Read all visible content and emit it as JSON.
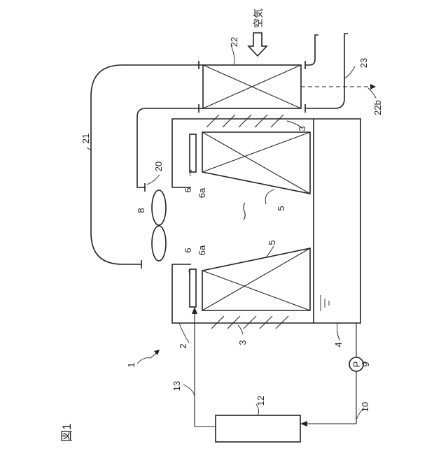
{
  "figure_title": "図1",
  "air_label": "空気",
  "pump_symbol": "P",
  "refs": {
    "r1": "1",
    "r2": "2",
    "r3a": "3",
    "r3b": "3",
    "r4": "4",
    "r5a": "5",
    "r5b": "5",
    "r6a": "6",
    "r6b": "6",
    "r6a_a": "6a",
    "r6a_b": "6a",
    "r7": "7",
    "r8": "8",
    "r9": "9",
    "r10": "10",
    "r12": "12",
    "r13": "13",
    "r20": "20",
    "r21": "21",
    "r22": "22",
    "r22b": "22b",
    "r23": "23"
  }
}
